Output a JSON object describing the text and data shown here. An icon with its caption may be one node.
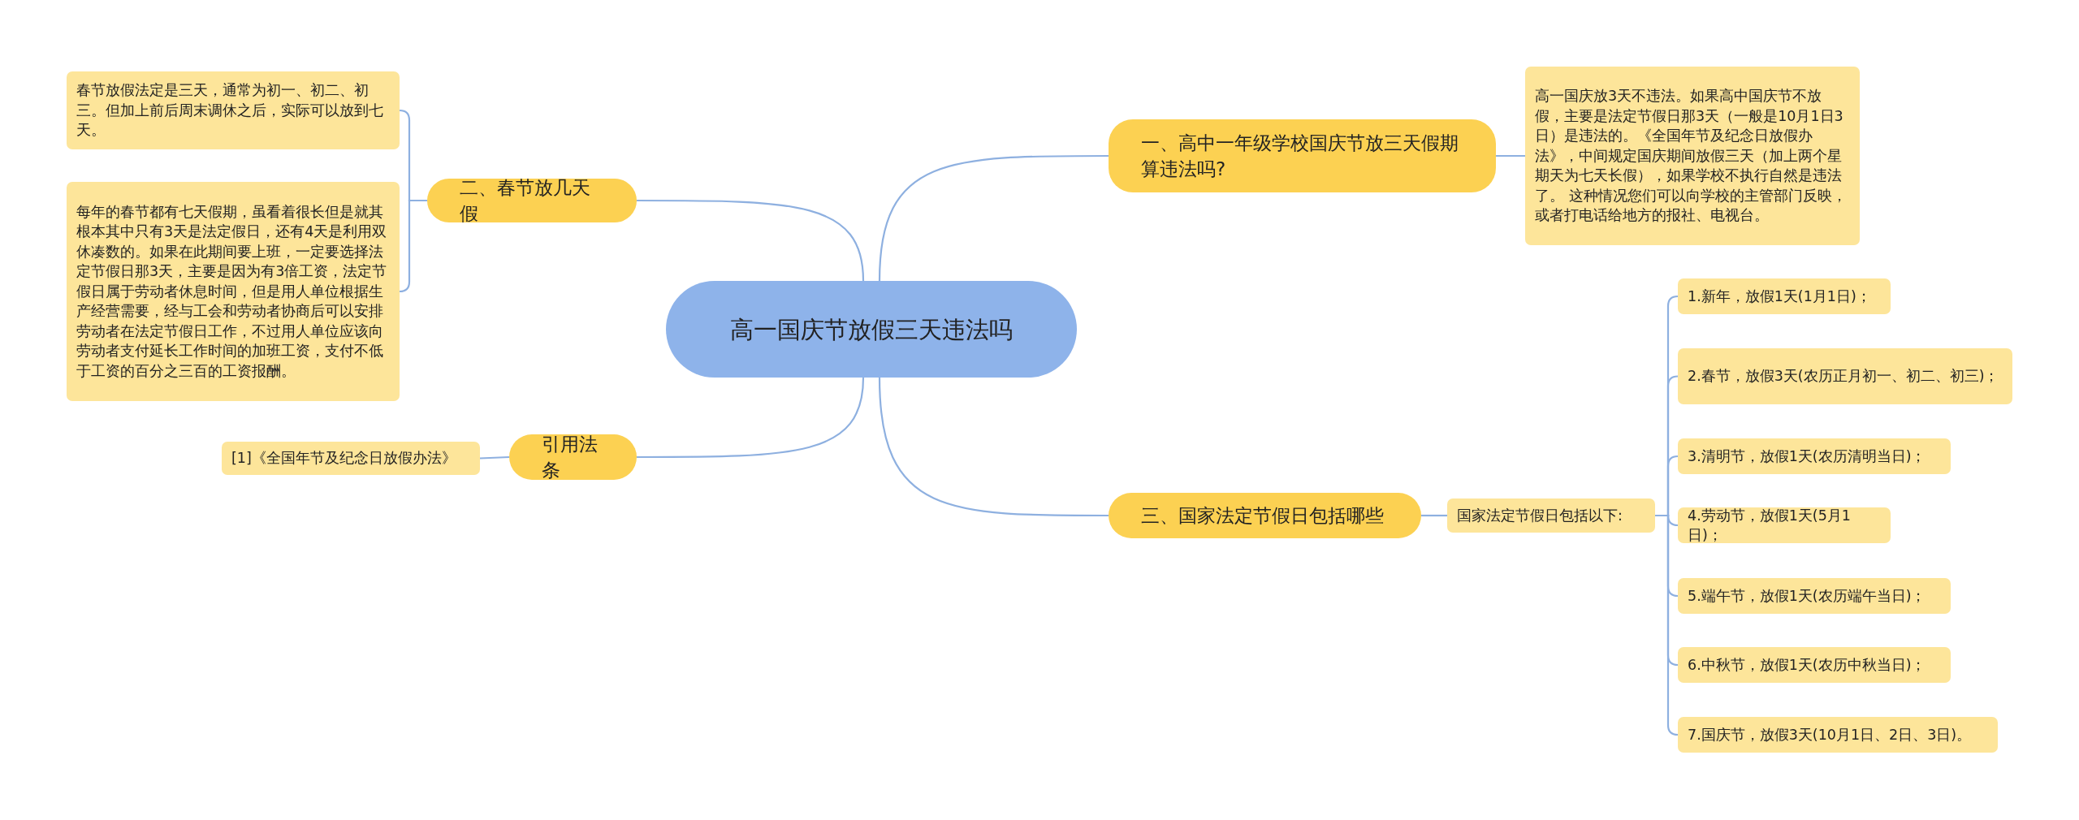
{
  "diagram": {
    "nodes": [
      {
        "text": [
          "高一国庆节放假三天违法吗"
        ]
      },
      {
        "text": [
          "一、高中一年级学校国庆节放三天假期算违法吗?"
        ]
      },
      {
        "text": [
          "高一国庆放3天不违法。如果高中国庆节不放假，主要是法定节假日那3天（一般是10月1日3日）是违法的。《全国年节及纪念日放假办法》，中间规定国庆期间放假三天（加上两个星期天为七天长假），如果学校不执行自然是违法了。 这种情况您们可以向学校的主管部门反映，或者打电话给地方的报社、电视台。"
        ]
      },
      {
        "text": [
          "二、春节放几天假"
        ]
      },
      {
        "text": [
          "春节放假法定是三天，通常为初一、初二、初三。但加上前后周末调休之后，实际可以放到七天。"
        ]
      },
      {
        "text": [
          "每年的春节都有七天假期，虽看着很长但是就其根本其中只有3天是法定假日，还有4天是利用双休凑数的。如果在此期间要上班，一定要选择法定节假日那3天，主要是因为有3倍工资，法定节假日属于劳动者休息时间，但是用人单位根据生产经营需要，经与工会和劳动者协商后可以安排劳动者在法定节假日工作，不过用人单位应该向劳动者支付延长工作时间的加班工资，支付不低于工资的百分之三百的工资报酬。"
        ]
      },
      {
        "text": [
          "引用法条"
        ]
      },
      {
        "text": [
          "[1]《全国年节及纪念日放假办法》"
        ]
      },
      {
        "text": [
          "三、国家法定节假日包括哪些"
        ]
      },
      {
        "text": [
          "国家法定节假日包括以下:"
        ]
      },
      {
        "text": [
          "1.新年，放假1天(1月1日)；"
        ]
      },
      {
        "text": [
          "2.春节，放假3天(农历正月初一、初二、初三)；"
        ]
      },
      {
        "text": [
          "3.清明节，放假1天(农历清明当日)；"
        ]
      },
      {
        "text": [
          "4.劳动节，放假1天(5月1日)；"
        ]
      },
      {
        "text": [
          "5.端午节，放假1天(农历端午当日)；"
        ]
      },
      {
        "text": [
          "6.中秋节，放假1天(农历中秋当日)；"
        ]
      },
      {
        "text": [
          "7.国庆节，放假3天(10月1日、2日、3日)。"
        ]
      }
    ],
    "edges": [
      {
        "from": 0,
        "to": 1,
        "arrow": "none"
      },
      {
        "from": 0,
        "to": 3,
        "arrow": "none"
      },
      {
        "from": 0,
        "to": 6,
        "arrow": "none"
      },
      {
        "from": 0,
        "to": 8,
        "arrow": "none"
      },
      {
        "from": 1,
        "to": 2,
        "arrow": "none"
      },
      {
        "from": 3,
        "to": 4,
        "arrow": "none"
      },
      {
        "from": 3,
        "to": 5,
        "arrow": "none"
      },
      {
        "from": 6,
        "to": 7,
        "arrow": "none"
      },
      {
        "from": 8,
        "to": 9,
        "arrow": "none"
      },
      {
        "from": 9,
        "to": 10,
        "arrow": "none"
      },
      {
        "from": 9,
        "to": 11,
        "arrow": "none"
      },
      {
        "from": 9,
        "to": 12,
        "arrow": "none"
      },
      {
        "from": 9,
        "to": 13,
        "arrow": "none"
      },
      {
        "from": 9,
        "to": 14,
        "arrow": "none"
      },
      {
        "from": 9,
        "to": 15,
        "arrow": "none"
      },
      {
        "from": 9,
        "to": 16,
        "arrow": "none"
      }
    ]
  }
}
